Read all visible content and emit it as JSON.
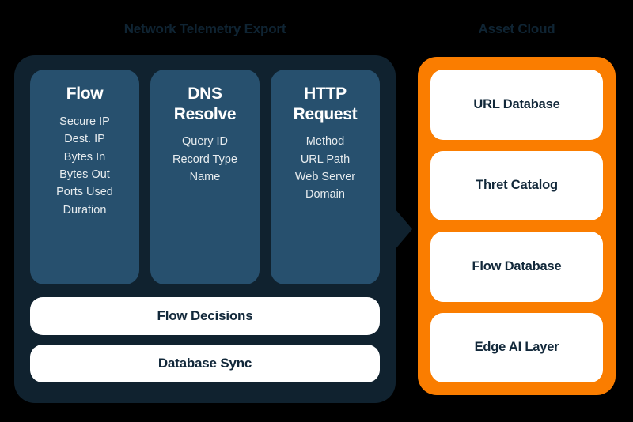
{
  "diagram": {
    "background_color": "#000000",
    "left_panel": {
      "title": "Network Telemetry Export",
      "panel_color": "#10222f",
      "card_color": "#27506e",
      "columns": [
        {
          "heading": "Flow",
          "fields": [
            "Secure IP",
            "Dest. IP",
            "Bytes In",
            "Bytes Out",
            "Ports Used",
            "Duration"
          ]
        },
        {
          "heading": "DNS\nResolve",
          "fields": [
            "Query ID",
            "Record Type",
            "Name"
          ]
        },
        {
          "heading": "HTTP\nRequest",
          "fields": [
            "Method",
            "URL Path",
            "Web Server\nDomain"
          ]
        }
      ],
      "bars": [
        {
          "label": "Flow Decisions"
        },
        {
          "label": "Database Sync"
        }
      ]
    },
    "connector": {
      "icon": "right-arrow-icon",
      "color": "#10222f"
    },
    "right_panel": {
      "title": "Asset Cloud",
      "panel_color": "#fa7d00",
      "cards": [
        {
          "label": "URL Database"
        },
        {
          "label": "Thret Catalog"
        },
        {
          "label": "Flow Database"
        },
        {
          "label": "Edge AI Layer"
        }
      ]
    }
  }
}
